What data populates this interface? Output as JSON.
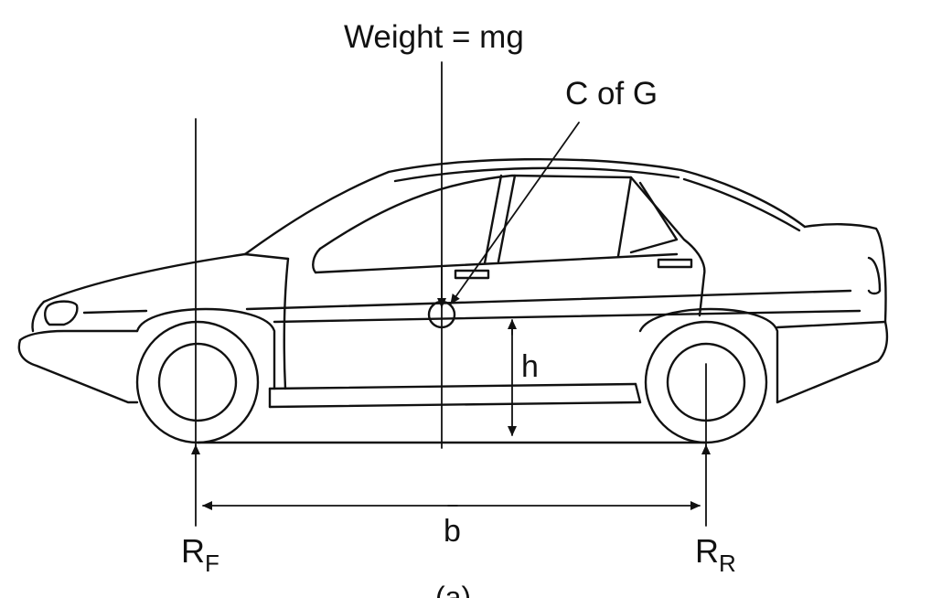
{
  "labels": {
    "weight": "Weight = mg",
    "cog": "C of G",
    "height": "h",
    "wheelbase": "b",
    "front_reaction": {
      "main": "R",
      "sub": "F"
    },
    "rear_reaction": {
      "main": "R",
      "sub": "R"
    },
    "caption_partial": "(a)"
  },
  "icons": [
    "car-side-outline",
    "cog-marker",
    "up-arrow",
    "double-arrow"
  ]
}
